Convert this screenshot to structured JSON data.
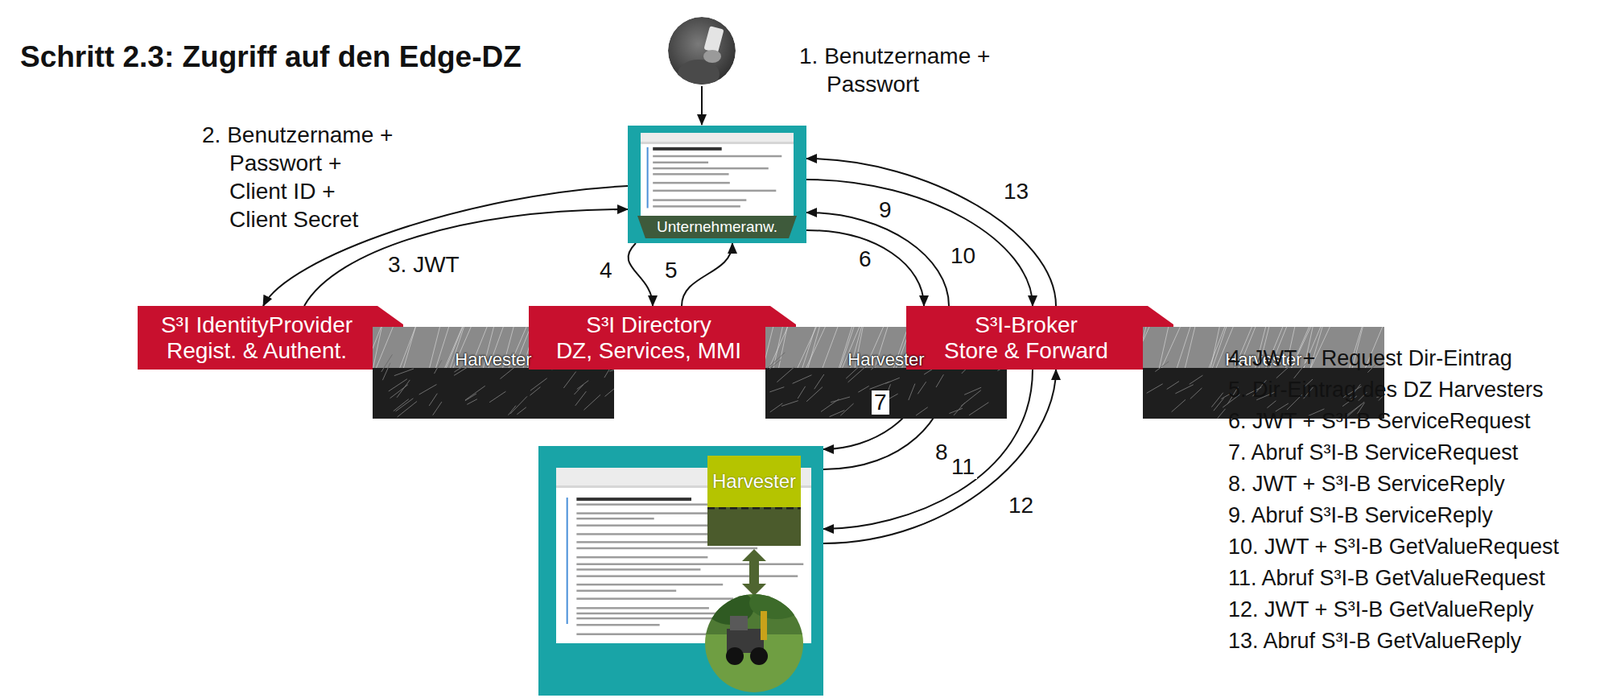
{
  "diagram": {
    "title": "Schritt 2.3: Zugriff auf den Edge-DZ",
    "nodes": [
      {
        "text": [
          "Unternehmeranw."
        ]
      },
      {
        "text": [
          "S³I IdentityProvider",
          "Regist. & Authent."
        ]
      },
      {
        "text": [
          "Harvester"
        ]
      },
      {
        "text": [
          "S³I Directory",
          "DZ, Services, MMI"
        ]
      },
      {
        "text": [
          "Harvester"
        ]
      },
      {
        "text": [
          "S³I-Broker",
          "Store & Forward"
        ]
      },
      {
        "text": [
          "Harvester"
        ]
      },
      {
        "text": [
          "Harvester"
        ]
      }
    ],
    "edges": [
      {
        "from": 0,
        "to": 1,
        "arrow": "to",
        "label": "2. Benutzername + Passwort + Client ID + Client Secret"
      },
      {
        "from": 1,
        "to": 0,
        "arrow": "to",
        "label": "3. JWT"
      },
      {
        "from": 0,
        "to": 3,
        "arrow": "to",
        "label": "4"
      },
      {
        "from": 3,
        "to": 0,
        "arrow": "to",
        "label": "5"
      },
      {
        "from": 0,
        "to": 5,
        "arrow": "to",
        "label": "6"
      },
      {
        "from": 5,
        "to": 7,
        "arrow": "to",
        "label": "7"
      },
      {
        "from": 7,
        "to": 5,
        "arrow": "to",
        "label": "8"
      },
      {
        "from": 5,
        "to": 0,
        "arrow": "to",
        "label": "9"
      },
      {
        "from": 0,
        "to": 5,
        "arrow": "to",
        "label": "10"
      },
      {
        "from": 5,
        "to": 7,
        "arrow": "to",
        "label": "11"
      },
      {
        "from": 7,
        "to": 5,
        "arrow": "to",
        "label": "12"
      },
      {
        "from": 5,
        "to": 0,
        "arrow": "to",
        "label": "13"
      }
    ],
    "labels": [
      "1. Benutzername + Passwort",
      "4. JWT + Request Dir-Eintrag",
      "5. Dir-Eintrag des DZ Harvesters",
      "6. JWT + S³I-B ServiceRequest",
      "7. Abruf S³I-B ServiceRequest",
      "8. JWT + S³I-B ServiceReply",
      "9. Abruf S³I-B ServiceReply",
      "10. JWT + S³I-B GetValueRequest",
      "11. Abruf S³I-B GetValueRequest",
      "12. JWT + S³I-B GetValueReply",
      "13. Abruf S³I-B GetValueReply"
    ]
  }
}
